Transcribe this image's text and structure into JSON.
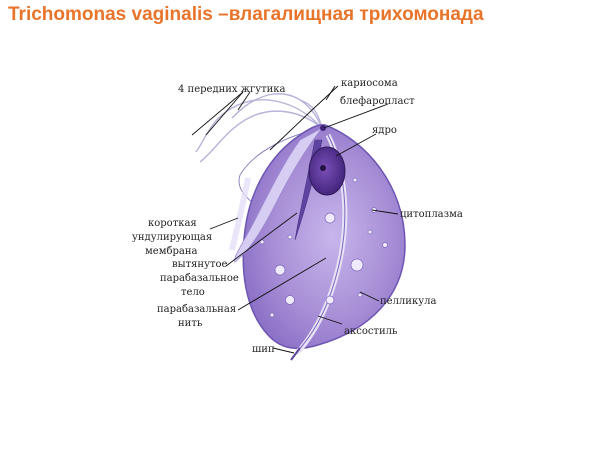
{
  "title": "Trichomonas vaginalis –влагалищная трихомонада",
  "colors": {
    "title": "#e8742a",
    "cell_fill": "#a88fd6",
    "cell_edge": "#6d55b3",
    "nucleus": "#4a2a86",
    "membrane": "#c9bfea"
  },
  "labels": {
    "flagella": "4 передних жгутика",
    "karyosome": "кариосома",
    "blepharoplast": "блефаропласт",
    "nucleus": "ядро",
    "cytoplasm": "цитоплазма",
    "short": "короткая",
    "undulating": "ундулирующая",
    "membrane": "мембрана",
    "elongated": "вытянутое",
    "parabasal_body": "парабазальное",
    "body": "тело",
    "parabasal_thread_1": "парабазальная",
    "parabasal_thread_2": "нить",
    "pellicle": "пелликула",
    "axostyle": "аксостиль",
    "spike": "шип"
  }
}
